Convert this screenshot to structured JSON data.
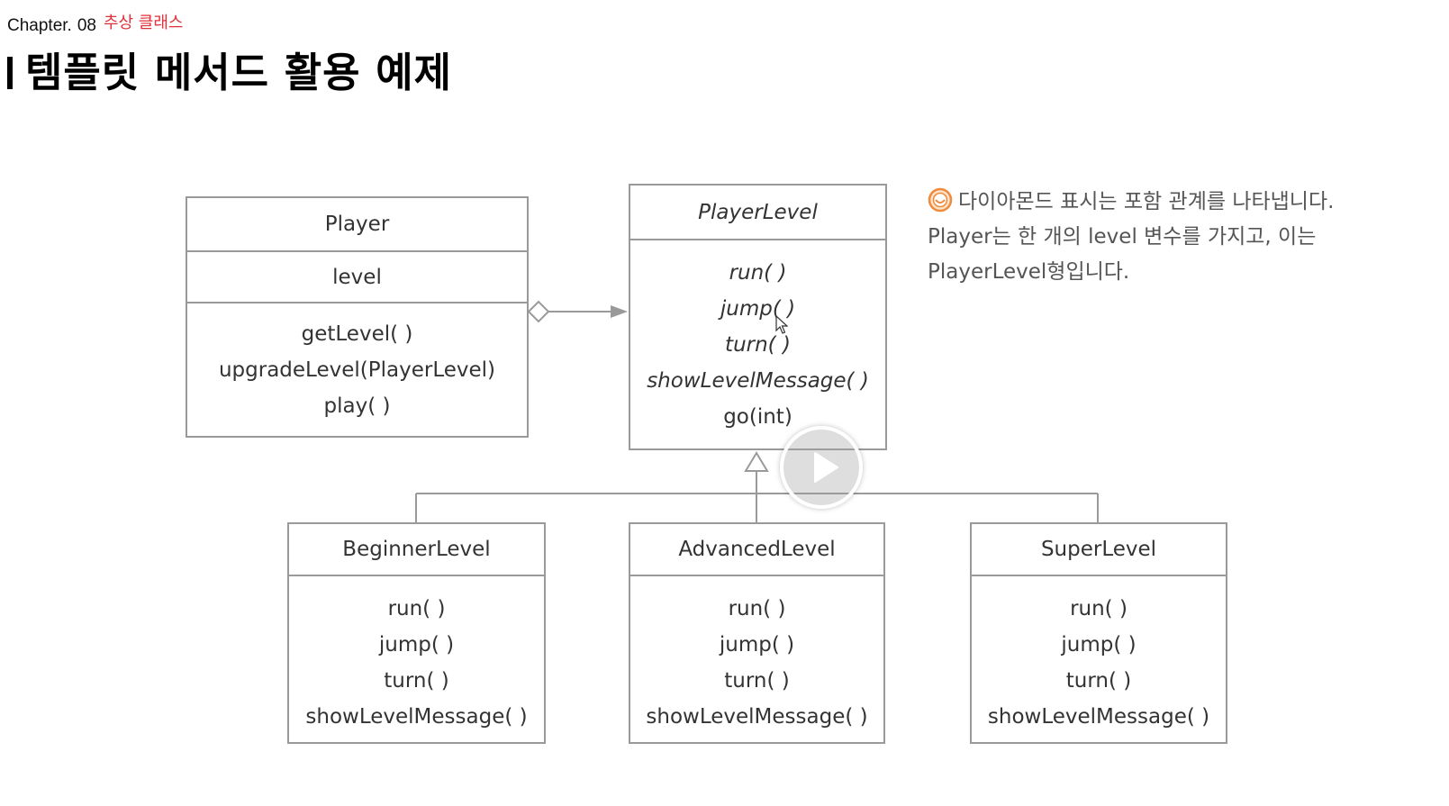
{
  "header": {
    "chapter": "Chapter.",
    "number": "08",
    "subtitle": "추상 클래스",
    "title": "템플릿 메서드 활용 예제"
  },
  "diagram": {
    "player": {
      "name": "Player",
      "attribute": "level",
      "methods": [
        "getLevel( )",
        "upgradeLevel(PlayerLevel)",
        "play( )"
      ]
    },
    "player_level": {
      "name": "PlayerLevel",
      "methods": [
        "run( )",
        "jump( )",
        "turn( )",
        "showLevelMessage( )",
        "go(int)"
      ]
    },
    "beginner_level": {
      "name": "BeginnerLevel",
      "methods": [
        "run( )",
        "jump( )",
        "turn( )",
        "showLevelMessage( )"
      ]
    },
    "advanced_level": {
      "name": "AdvancedLevel",
      "methods": [
        "run( )",
        "jump( )",
        "turn( )",
        "showLevelMessage( )"
      ]
    },
    "super_level": {
      "name": "SuperLevel",
      "methods": [
        "run( )",
        "jump( )",
        "turn( )",
        "showLevelMessage( )"
      ]
    }
  },
  "note": {
    "text": "다이아몬드 표시는 포함 관계를 나타냅니다. Player는 한 개의 level 변수를 가지고, 이는 PlayerLevel형입니다."
  },
  "colors": {
    "accent": "#e0303a",
    "border": "#9a9a9a",
    "note_icon": "#f08a3c"
  },
  "icons": {
    "note": "smile-icon",
    "video": "play-icon",
    "pointer": "cursor-icon"
  }
}
